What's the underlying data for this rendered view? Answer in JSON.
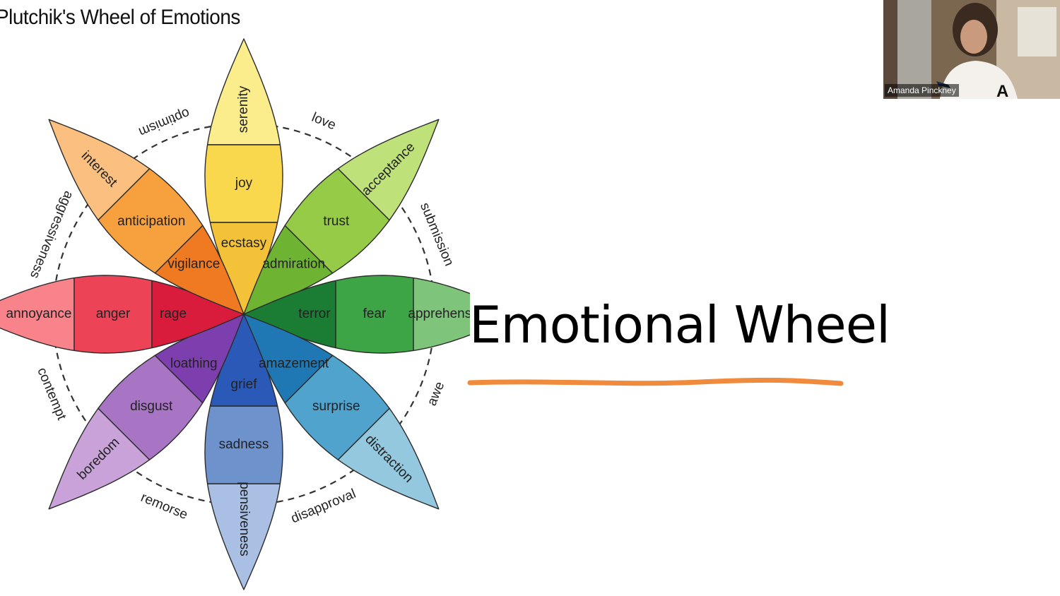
{
  "slide": {
    "title": "Emotional Wheel",
    "accent_color": "#f08a3c"
  },
  "figure": {
    "title": "Plutchik's Wheel of Emotions",
    "petals": [
      {
        "outer": "serenity",
        "middle": "joy",
        "inner": "ecstasy",
        "colors": [
          "#fbec8c",
          "#f9d84d",
          "#f4c238"
        ]
      },
      {
        "outer": "acceptance",
        "middle": "trust",
        "inner": "admiration",
        "colors": [
          "#bfe17a",
          "#96cb48",
          "#6fb332"
        ]
      },
      {
        "outer": "apprehension",
        "middle": "fear",
        "inner": "terror",
        "colors": [
          "#7ec47a",
          "#3da545",
          "#1b7c33"
        ]
      },
      {
        "outer": "distraction",
        "middle": "surprise",
        "inner": "amazement",
        "colors": [
          "#93c8de",
          "#4fa3cd",
          "#1f78b4"
        ]
      },
      {
        "outer": "pensiveness",
        "middle": "sadness",
        "inner": "grief",
        "colors": [
          "#a9bfe4",
          "#6d92cc",
          "#2b59b8"
        ]
      },
      {
        "outer": "boredom",
        "middle": "disgust",
        "inner": "loathing",
        "colors": [
          "#c8a2d8",
          "#a875c4",
          "#7d3fae"
        ]
      },
      {
        "outer": "annoyance",
        "middle": "anger",
        "inner": "rage",
        "colors": [
          "#f9838a",
          "#ec4356",
          "#d91c3c"
        ]
      },
      {
        "outer": "interest",
        "middle": "anticipation",
        "inner": "vigilance",
        "colors": [
          "#fbc080",
          "#f6a03e",
          "#f07a22"
        ]
      }
    ],
    "dyads": [
      "love",
      "submission",
      "awe",
      "disapproval",
      "remorse",
      "contempt",
      "aggressiveness",
      "optimism"
    ]
  },
  "video": {
    "participant_name": "Amanda Pinckney"
  }
}
